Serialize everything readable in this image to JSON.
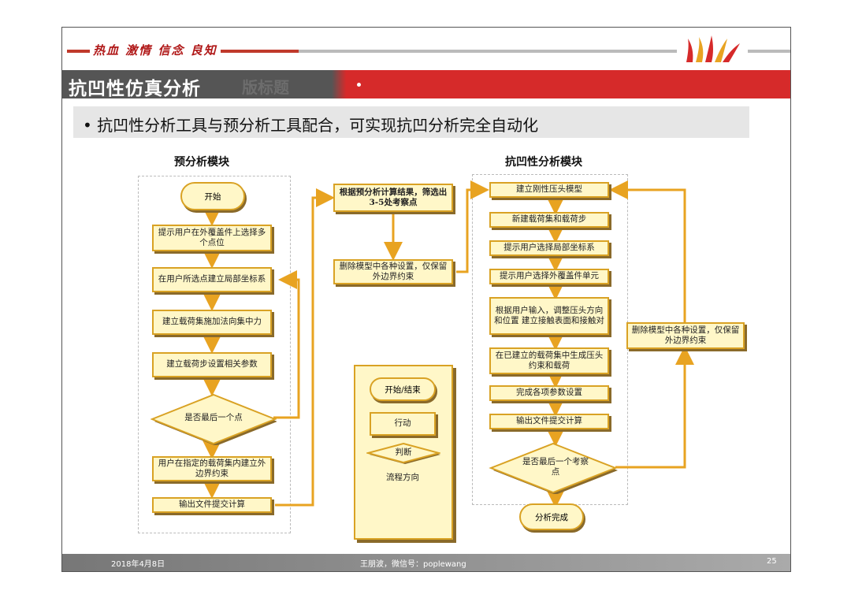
{
  "header": {
    "motto": "热血 激情 信念 良知",
    "title": "抗凹性仿真分析",
    "title_ghost": "版标题",
    "bullet": "•",
    "subtitle": "抗凹性分析工具与预分析工具配合，可实现抗凹分析完全自动化"
  },
  "pre_module": {
    "heading": "预分析模块",
    "start": "开始",
    "step1": "提示用户在外覆盖件上选择多个点位",
    "step2": "在用户所选点建立局部坐标系",
    "step3": "建立载荷集施加法向集中力",
    "step4": "建立载荷步设置相关参数",
    "decision": "是否最后一个点",
    "step5": "用户在指定的载荷集内建立外边界约束",
    "step6": "输出文件提交计算"
  },
  "middle": {
    "box1": "根据预分析计算结果，筛选出3-5处考察点",
    "box2": "删除模型中各种设置，仅保留外边界约束"
  },
  "dent_module": {
    "heading": "抗凹性分析模块",
    "step1": "建立刚性压头模型",
    "step2": "新建载荷集和载荷步",
    "step3": "提示用户选择局部坐标系",
    "step4": "提示用户选择外覆盖件单元",
    "step5": "根据用户输入，调整压头方向和位置 建立接触表面和接触对",
    "step6": "在已建立的载荷集中生成压头约束和载荷",
    "step7": "完成各项参数设置",
    "step8": "输出文件提交计算",
    "decision": "是否最后一个考察点",
    "end": "分析完成",
    "side": "删除模型中各种设置，仅保留外边界约束"
  },
  "legend": {
    "terminal": "开始/结束",
    "action": "行动",
    "decision": "判断",
    "flow": "流程方向"
  },
  "footer": {
    "date": "2018年4月8日",
    "author": "王朋波，微信号：poplewang",
    "page": "25"
  },
  "colors": {
    "accent_red": "#d62a2a",
    "box_fill": "#fff7c8",
    "box_border": "#d9a224",
    "arrow": "#e8a321",
    "title_gray": "#555555"
  }
}
